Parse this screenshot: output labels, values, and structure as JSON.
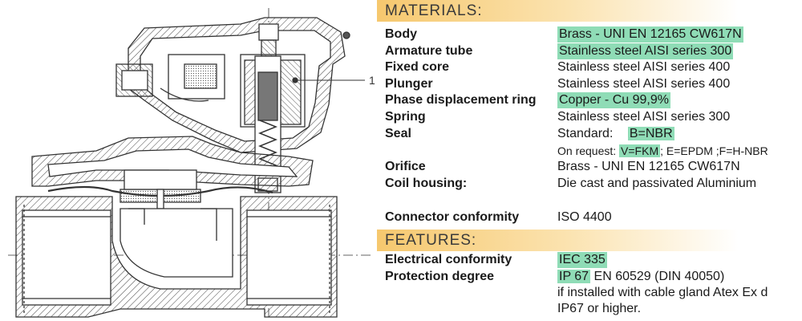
{
  "drawing": {
    "callout": "1"
  },
  "materials": {
    "heading": "MATERIALS:",
    "rows": [
      {
        "label": "Body",
        "value": "Brass - UNI EN 12165 CW617N",
        "hl": true
      },
      {
        "label": "Armature tube",
        "value": "Stainless steel AISI series 300",
        "hl": true
      },
      {
        "label": "Fixed core",
        "value": "Stainless steel AISI series 400",
        "hl": false
      },
      {
        "label": "Plunger",
        "value": "Stainless steel AISI series 400",
        "hl": false
      },
      {
        "label": "Phase displacement ring",
        "value": "Copper - Cu 99,9%",
        "hl": true
      },
      {
        "label": "Spring",
        "value": "Stainless steel AISI series 300",
        "hl": false
      }
    ],
    "seal": {
      "label": "Seal",
      "standard_prefix": "Standard:",
      "standard_value": "B=NBR",
      "request_prefix": "On request: ",
      "request_hl": "V=FKM",
      "request_rest": "; E=EPDM ;F=H-NBR"
    },
    "rows2": [
      {
        "label": "Orifice",
        "value": "Brass - UNI EN 12165 CW617N"
      },
      {
        "label": "Coil housing:",
        "value": "Die cast and passivated Aluminium"
      }
    ],
    "connector": {
      "label": "Connector conformity",
      "value": "ISO 4400"
    }
  },
  "features": {
    "heading": "FEATURES:",
    "electrical": {
      "label": "Electrical conformity",
      "value": "IEC 335"
    },
    "protection": {
      "label": "Protection degree",
      "value_hl": "IP 67",
      "value_rest": " EN 60529 (DIN 40050)",
      "line2": "if installed with cable gland Atex Ex d",
      "line3": "IP67 or higher."
    }
  },
  "colors": {
    "highlight": "#8fdcb6",
    "header_gradient": "#f6c86e",
    "line": "#333333"
  }
}
